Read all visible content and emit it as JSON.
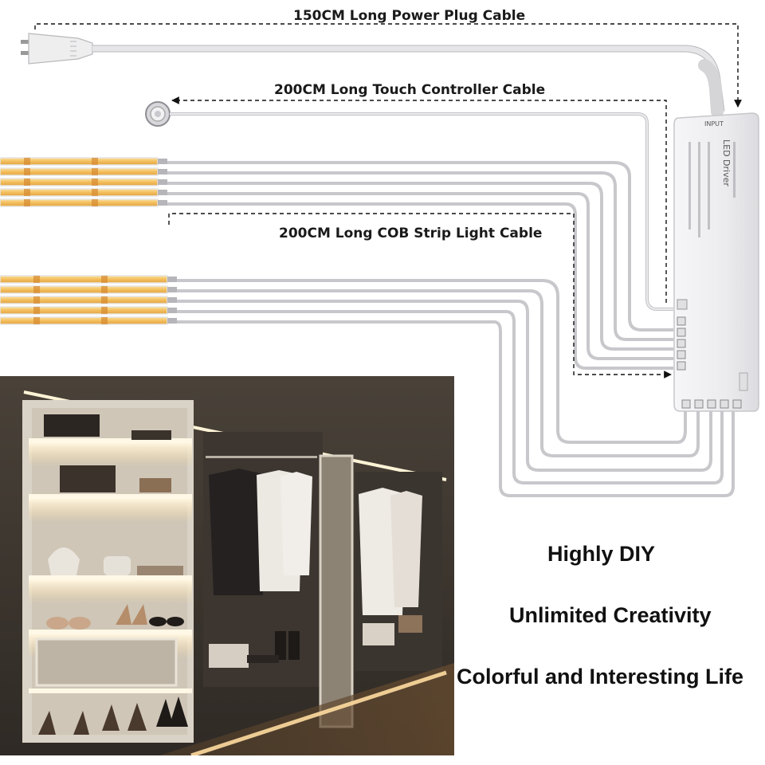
{
  "labels": {
    "power_cable": "150CM Long  Power Plug Cable",
    "touch_cable": "200CM Long Touch Controller Cable",
    "cob_cable": "200CM Long COB Strip Light Cable"
  },
  "driver": {
    "input_label": "INPUT",
    "title": "LED Driver"
  },
  "slogans": {
    "line1": "Highly DIY",
    "line2": "Unlimited Creativity",
    "line3": "Colorful and Interesting Life"
  },
  "colors": {
    "cable": "#e4e4e6",
    "cable_edge": "#b8b8bc",
    "strip": "#f3c063",
    "strip_dark": "#d89a3a",
    "driver": "#efeff1",
    "arrow": "#111111"
  },
  "icons": {
    "plug": "power-plug-icon",
    "touch": "touch-controller-icon",
    "driver": "led-driver-box"
  }
}
